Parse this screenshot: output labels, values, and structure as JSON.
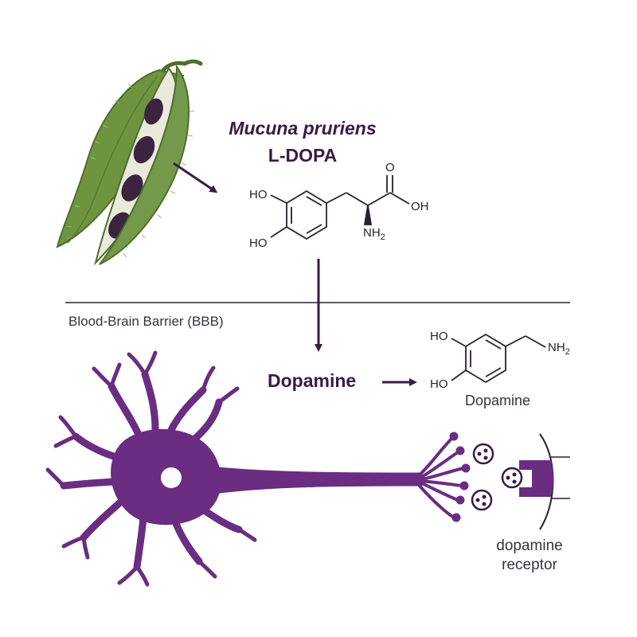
{
  "title": {
    "species": "Mucuna pruriens",
    "compound": "L-DOPA"
  },
  "ldopa_structure": {
    "ho_top": "HO",
    "ho_bottom": "HO",
    "carbonyl_o": "O",
    "oh": "OH",
    "nh2": "NH",
    "nh2_sub": "2"
  },
  "barrier": {
    "label": "Blood-Brain Barrier (BBB)"
  },
  "conversion": {
    "product": "Dopamine"
  },
  "dopamine_structure": {
    "ho_top": "HO",
    "ho_bottom": "HO",
    "nh2": "NH",
    "nh2_sub": "2",
    "caption": "Dopamine"
  },
  "synapse": {
    "receptor_label": "dopamine receptor"
  },
  "colors": {
    "accent": "#3a1a48",
    "neuron": "#6a2d82",
    "pod": "#6e9440",
    "pod_dark": "#4e6e2c",
    "seed": "#3c2440"
  }
}
